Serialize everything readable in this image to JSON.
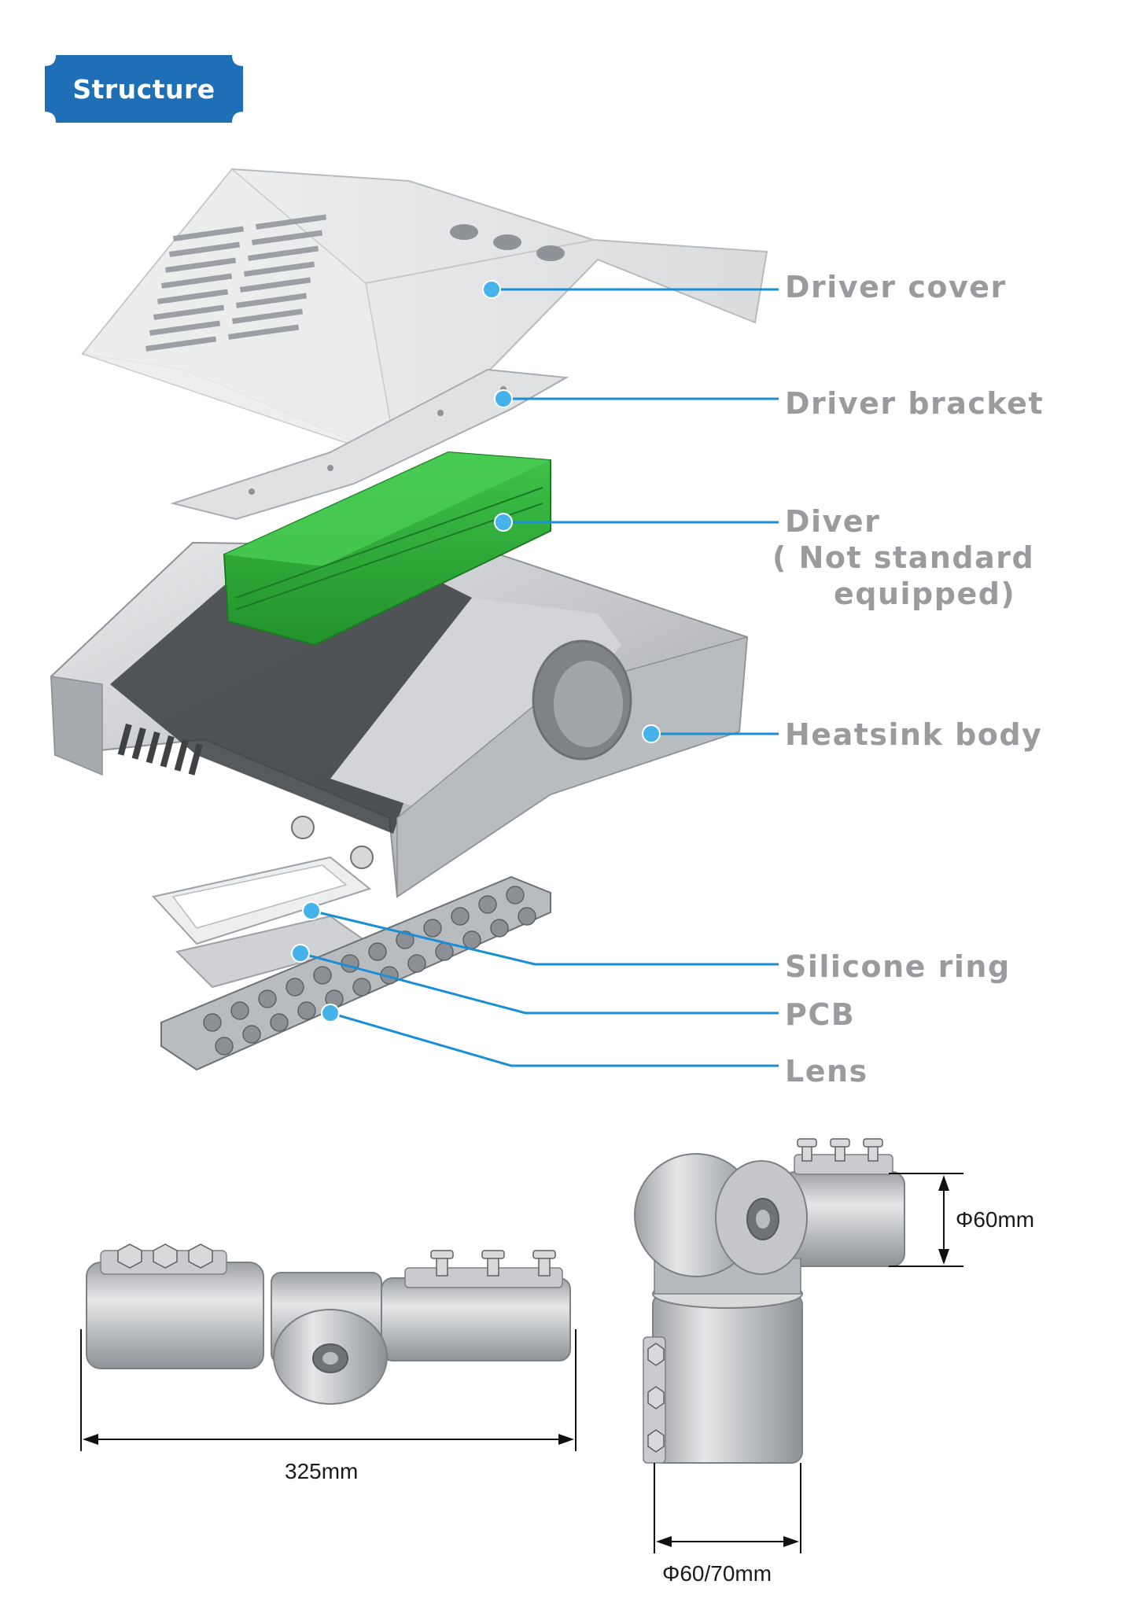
{
  "header": {
    "badge_label": "Structure",
    "badge_color": "#1e6fb6"
  },
  "colors": {
    "callout_line": "#1a8fd6",
    "callout_dot": "#45b2ea",
    "label_text": "#9a9b9e",
    "driver_green": "#2fae3a",
    "metal": "#c3c5c8"
  },
  "components": {
    "driver_cover": "Driver cover",
    "driver_bracket": "Driver bracket",
    "driver_line1": "Diver",
    "driver_line2": "( Not standard",
    "driver_line3": "equipped)",
    "heatsink_body": "Heatsink body",
    "silicone_ring": "Silicone ring",
    "pcb": "PCB",
    "lens": "Lens"
  },
  "dimensions": {
    "bracket_length": "325mm",
    "arm_diameter": "Φ60mm",
    "pole_diameter": "Φ60/70mm"
  }
}
